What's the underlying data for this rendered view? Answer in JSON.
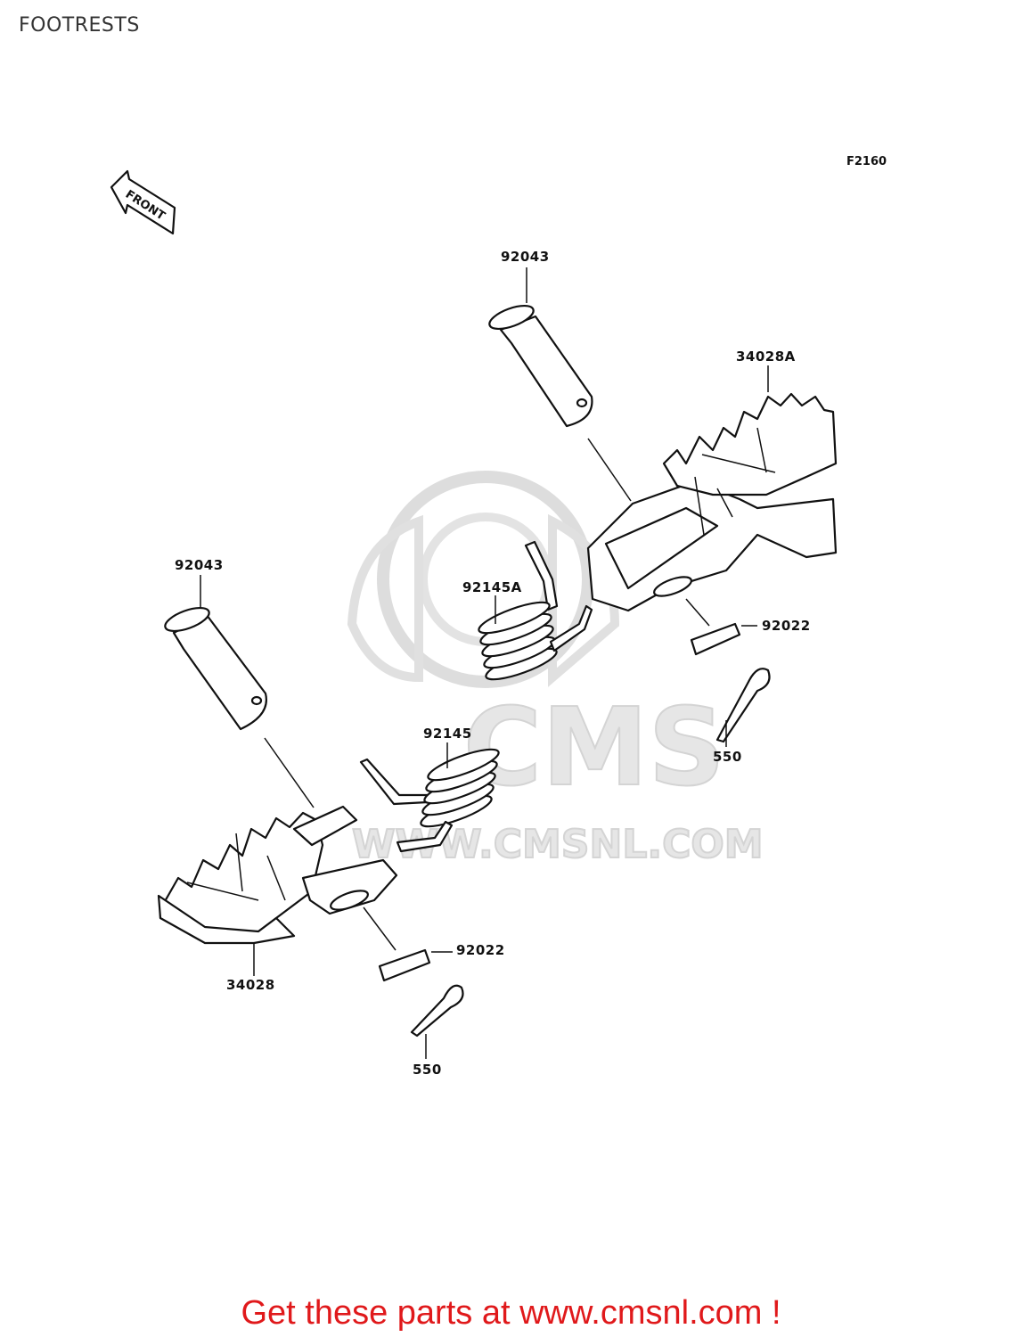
{
  "page": {
    "title": "FOOTRESTS",
    "figure_code": "F2160",
    "direction_marker": "FRONT",
    "footer_cta": "Get these parts at www.cmsnl.com !"
  },
  "watermark": {
    "logo_text": "CMS",
    "url_text": "WWW.CMSNL.COM"
  },
  "callouts": {
    "pin_upper": "92043",
    "footrest_right": "34028A",
    "spring_upper": "92145A",
    "washer_upper": "92022",
    "cotter_upper": "550",
    "pin_lower": "92043",
    "spring_lower": "92145",
    "footrest_left": "34028",
    "washer_lower": "92022",
    "cotter_lower": "550"
  },
  "icons": {
    "direction_arrow": "front-arrow-icon"
  },
  "colors": {
    "footer_text": "#e0191b",
    "line_art": "#111111",
    "watermark": "#e6e6e6"
  }
}
